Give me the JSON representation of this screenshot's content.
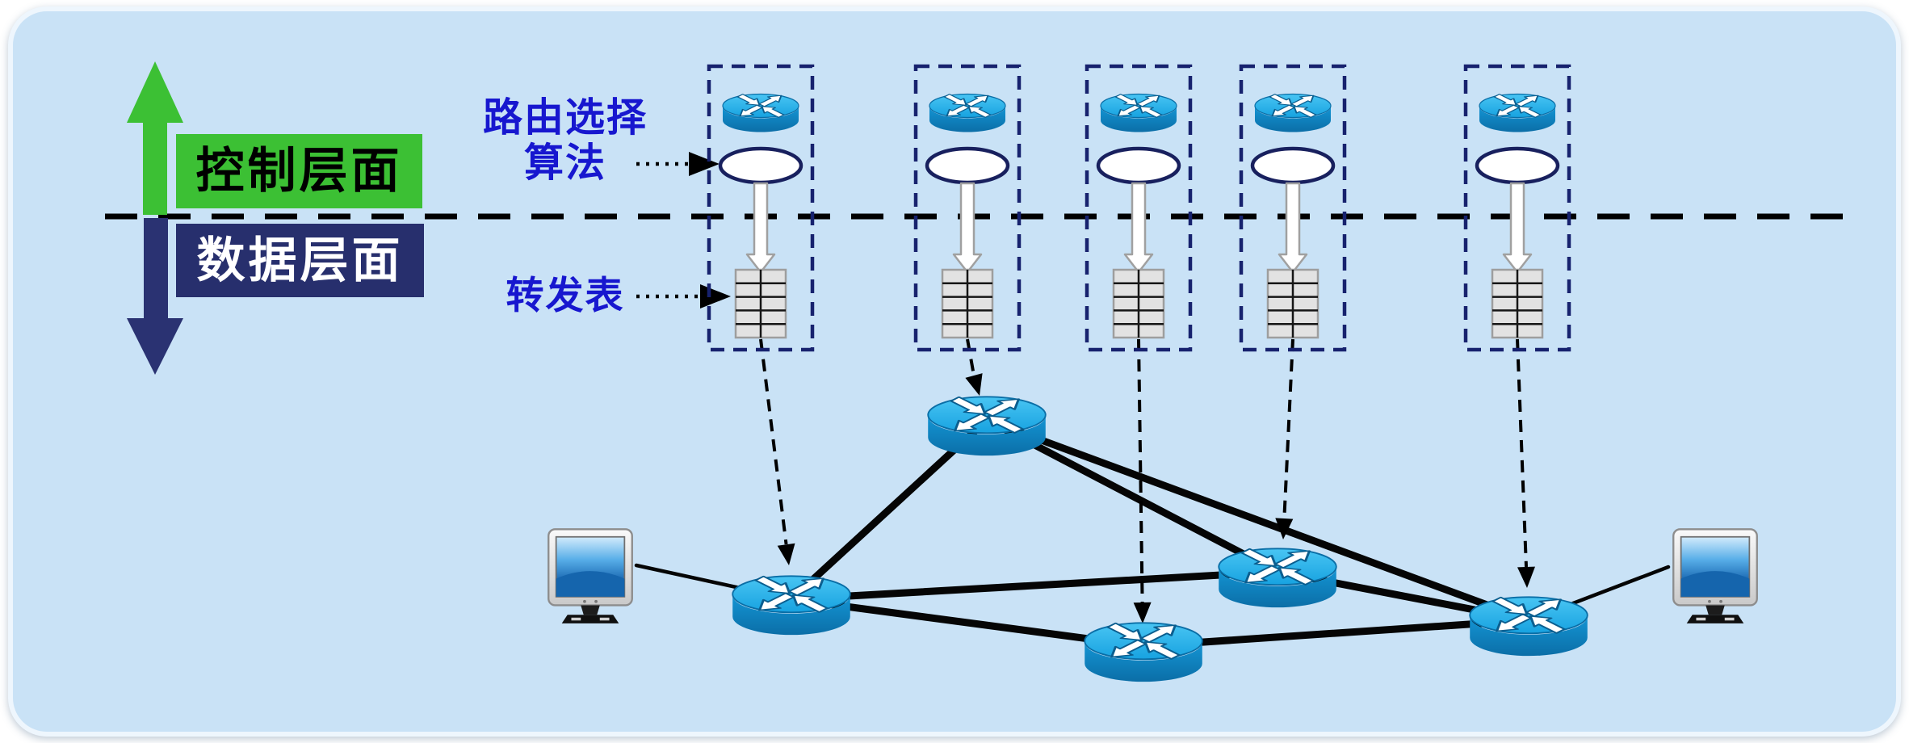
{
  "labels": {
    "control_plane": "控制层面",
    "data_plane": "数据层面",
    "routing_algorithm_line1": "路由选择",
    "routing_algorithm_line2": "算法",
    "forwarding_table": "转发表"
  },
  "colors": {
    "background_light_blue": "#c9e2f6",
    "frame_border": "#eef6fd",
    "control_plane_green": "#3cc034",
    "data_plane_navy": "#272f6d",
    "annotation_text_blue": "#1717cf",
    "dashed_unit_box_navy": "#17226e",
    "plane_divider_black": "#000000",
    "router_top_blue": "#2ab2ea",
    "router_side_blue": "#0f85c1",
    "forwarding_table_gray": "#e2e2e2",
    "ellipse_outline_navy": "#18205e",
    "network_link_black": "#050505"
  },
  "icons": {
    "router": "cisco-router-cylinder-with-four-arrows",
    "host": "desktop-monitor-computer",
    "routing_algorithm": "white-ellipse",
    "forwarding_table": "grid-table-5-rows-2-cols",
    "control_plane_direction": "green-up-arrow",
    "data_plane_direction": "navy-down-arrow",
    "label_pointer": "black-dotted-arrow",
    "unit_to_router_pointer": "black-dashed-arrow"
  },
  "diagram": {
    "per_router_units": {
      "count": 5,
      "parts": [
        "router-icon",
        "routing-algorithm-ellipse",
        "down-arrow",
        "forwarding-table"
      ]
    },
    "core_network": {
      "routers": [
        "A-bottom-left",
        "B-top-middle",
        "C-bottom-middle",
        "D-right-middle",
        "E-far-right"
      ],
      "hosts": [
        "left-pc",
        "right-pc"
      ],
      "links": [
        [
          "left-pc",
          "A-bottom-left"
        ],
        [
          "A-bottom-left",
          "B-top-middle"
        ],
        [
          "A-bottom-left",
          "C-bottom-middle"
        ],
        [
          "A-bottom-left",
          "D-right-middle"
        ],
        [
          "B-top-middle",
          "D-right-middle"
        ],
        [
          "B-top-middle",
          "E-far-right"
        ],
        [
          "C-bottom-middle",
          "E-far-right"
        ],
        [
          "D-right-middle",
          "E-far-right"
        ],
        [
          "E-far-right",
          "right-pc"
        ]
      ]
    }
  }
}
